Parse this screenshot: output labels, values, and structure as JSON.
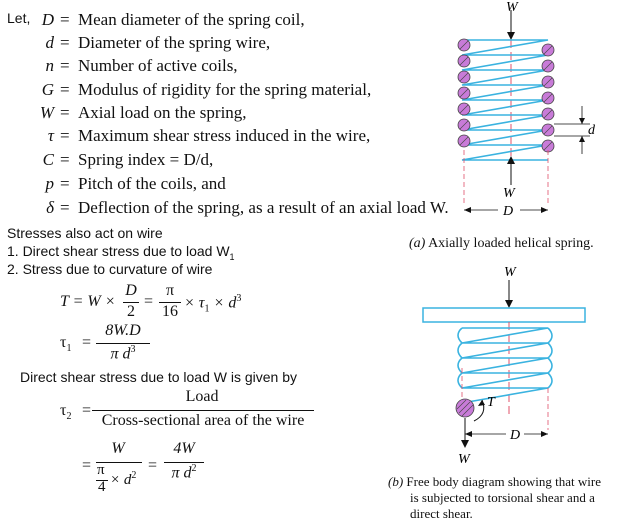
{
  "definitions": {
    "let_label": "Let,",
    "items": [
      {
        "symbol": "D",
        "text": "Mean diameter of the spring coil,"
      },
      {
        "symbol": "d",
        "text": "Diameter of the spring wire,"
      },
      {
        "symbol": "n",
        "text": "Number of active coils,"
      },
      {
        "symbol": "G",
        "text": "Modulus of rigidity for the spring material,"
      },
      {
        "symbol": "W",
        "text": "Axial load on the spring,"
      },
      {
        "symbol": "τ",
        "text": "Maximum shear stress induced in the wire,"
      },
      {
        "symbol": "C",
        "text": "Spring index = D/d,"
      },
      {
        "symbol": "p",
        "text": "Pitch of the coils, and"
      },
      {
        "symbol": "δ",
        "text": "Deflection of the spring, as a result of an axial load W."
      }
    ],
    "equals": "="
  },
  "stresses": {
    "heading": "Stresses also act on wire",
    "item1": "1. Direct shear stress due to load W",
    "item1_sub": "1",
    "item2": "2. Stress due to curvature of wire",
    "direct_shear_intro": "Direct shear stress due to load W is given by"
  },
  "equations": {
    "T_lhs": "T = W ×",
    "T_frac1_num": "D",
    "T_frac1_den": "2",
    "T_eq": "=",
    "T_frac2_num": "π",
    "T_frac2_den": "16",
    "T_rhs": "× τ",
    "T_rhs_sub": "1",
    "T_rhs_tail": "× d",
    "T_rhs_sup": "3",
    "tau1_sym": "τ",
    "tau1_sub": "1",
    "tau1_eq": "=",
    "tau1_num": "8W.D",
    "tau1_den": "π d",
    "tau1_den_sup": "3",
    "tau2_sym": "τ",
    "tau2_sub": "2",
    "tau2_eq": "=",
    "tau2_num": "Load",
    "tau2_den": "Cross-sectional area of the wire",
    "last_eq": "=",
    "last_num": "W",
    "last_den_pi": "π",
    "last_den_4": "4",
    "last_den_tail": "× d",
    "last_den_sup": "2",
    "last_eq2": "=",
    "last_num2": "4W",
    "last_den2": "π d",
    "last_den2_sup": "2"
  },
  "figure_a": {
    "caption_prefix": "(a)",
    "caption": "Axially loaded helical spring.",
    "load_label": "W",
    "bottom_load_label": "W",
    "wire_label": "d",
    "diameter_label": "D"
  },
  "figure_b": {
    "load_label": "W",
    "torque_label": "T",
    "bottom_load_label": "W",
    "diameter_label": "D",
    "caption_prefix": "(b)",
    "caption_lines": [
      "Free body diagram showing that wire",
      "is subjected to torsional shear and a",
      "direct shear."
    ]
  },
  "colors": {
    "coil": "#3ab3e0",
    "wire_section": "#c87bd8",
    "plate": "#3ab3e0",
    "center_line": "#e0506a"
  }
}
